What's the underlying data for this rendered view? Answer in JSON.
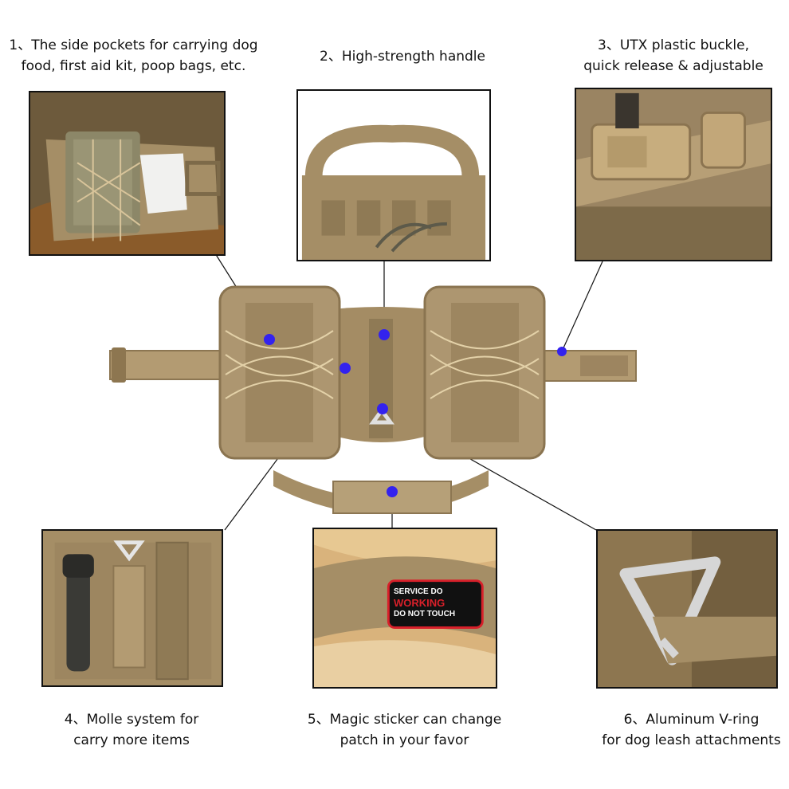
{
  "features": [
    {
      "id": 1,
      "line1": "1、The side pockets for carrying dog",
      "line2": "food, first aid kit, poop bags, etc."
    },
    {
      "id": 2,
      "line1": "2、High-strength handle",
      "line2": ""
    },
    {
      "id": 3,
      "line1": "3、UTX plastic buckle,",
      "line2": "quick release & adjustable"
    },
    {
      "id": 4,
      "line1": "4、Molle system for",
      "line2": "carry more items"
    },
    {
      "id": 5,
      "line1": "5、Magic sticker can change",
      "line2": "patch in your favor"
    },
    {
      "id": 6,
      "line1": "6、Aluminum V-ring",
      "line2": "for dog leash attachments"
    }
  ],
  "patch": {
    "line1": "SERVICE DO",
    "line2": "WORKING",
    "line3": "DO NOT TOUCH"
  },
  "colors": {
    "fabric": "#a58e66",
    "fabric_dark": "#7d6a49",
    "fabric_light": "#c4ad83",
    "marker": "#3322ee",
    "patch_red": "#d8202a"
  }
}
